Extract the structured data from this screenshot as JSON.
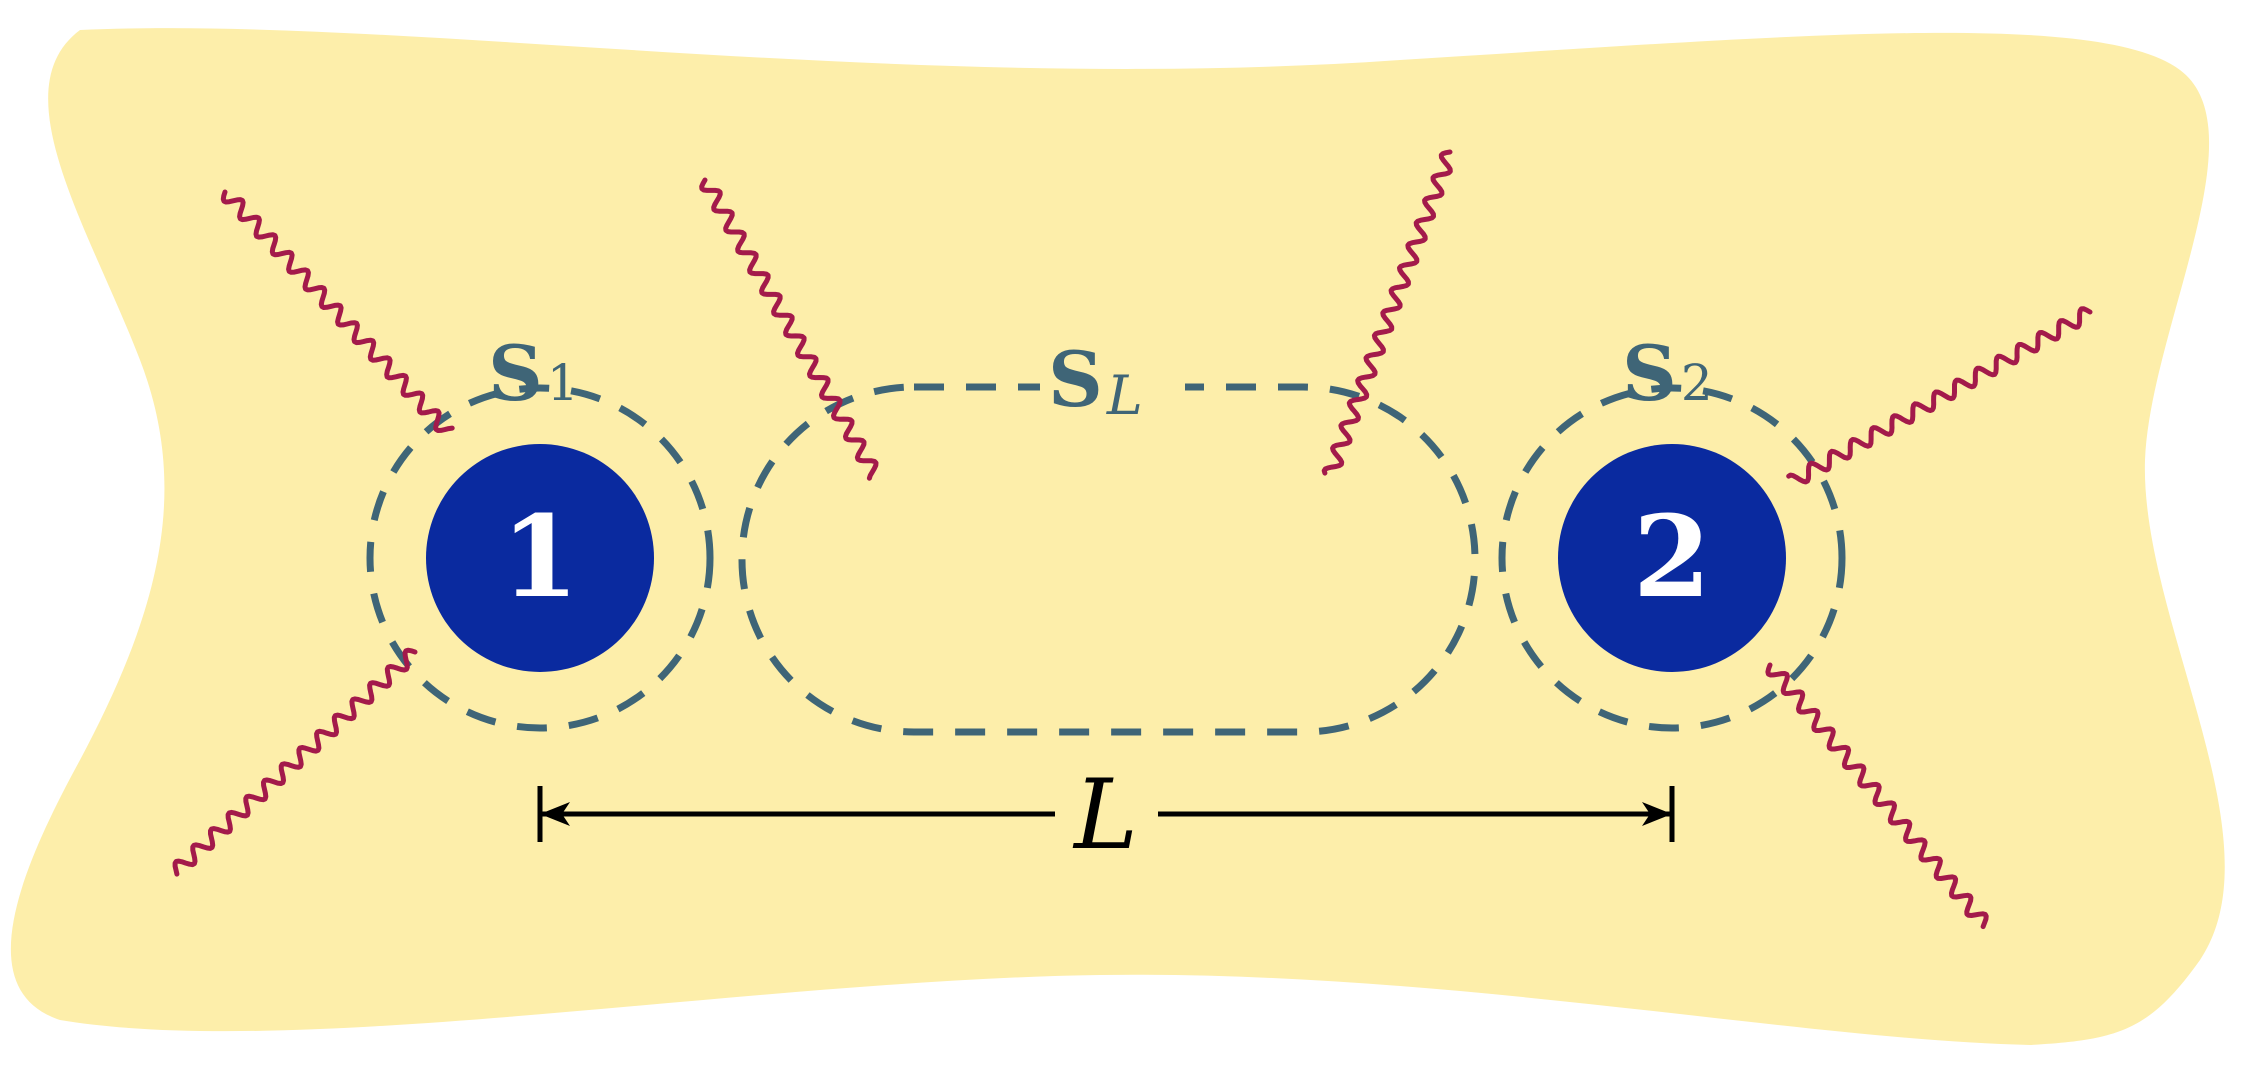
{
  "diagram": {
    "particle_1": {
      "label": "1"
    },
    "particle_2": {
      "label": "2"
    },
    "surface_1": {
      "main": "S",
      "sub": "1"
    },
    "surface_l": {
      "main": "S",
      "sub": "L"
    },
    "surface_2": {
      "main": "S",
      "sub": "2"
    },
    "distance": {
      "label": "L"
    }
  },
  "colors": {
    "medium": "#fdeeaa",
    "particle": "#0a2a9f",
    "particle_text": "#ffffff",
    "surface": "#3f6577",
    "photon": "#a31a4b",
    "arrow": "#000000"
  }
}
